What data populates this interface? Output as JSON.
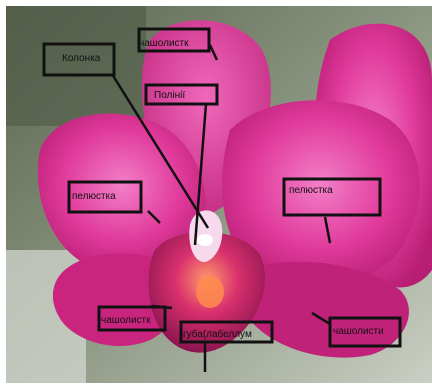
{
  "figure": {
    "subject": "Pink orchid flower with labeled parts",
    "labels": {
      "column": "Колонка",
      "sepal_top": "чашолистк",
      "pollinia": "Полінії",
      "petal_left": "пелюстка",
      "petal_right": "пелюстка",
      "sepal_bottom_left": "чашолистк",
      "lip": "губа(лабеллум",
      "sepal_bottom_right": "чашолисти"
    },
    "colors": {
      "flower": "#e0399a",
      "flower_light": "#f070bc",
      "flower_dark": "#a51665",
      "background_left": "#7c8a72",
      "background_top": "#5f6a52",
      "label_border": "#111111"
    }
  }
}
